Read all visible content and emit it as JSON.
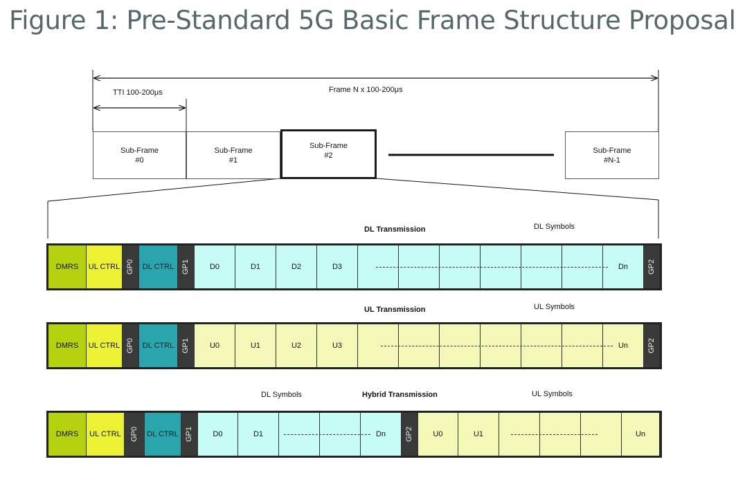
{
  "title": "Figure 1: Pre-Standard 5G Basic Frame Structure Proposal",
  "frame_label": "Frame N x 100-200μs",
  "tti_label": "TTI 100-200μs",
  "subframes": [
    {
      "line1": "Sub-Frame",
      "line2": "#0"
    },
    {
      "line1": "Sub-Frame",
      "line2": "#1"
    },
    {
      "line1": "Sub-Frame",
      "line2": "#2"
    },
    {
      "line1": "Sub-Frame",
      "line2": "#N-1"
    }
  ],
  "dl_row": {
    "heading": "DL Transmission",
    "symbols_label": "DL Symbols",
    "cells": [
      "DMRS",
      "UL CTRL",
      "GP0",
      "DL CTRL",
      "GP1",
      "D0",
      "D1",
      "D2",
      "D3",
      "",
      "",
      "",
      "",
      "",
      "",
      "Dn",
      "GP2"
    ]
  },
  "ul_row": {
    "heading": "UL Transmission",
    "symbols_label": "UL Symbols",
    "cells": [
      "DMRS",
      "UL CTRL",
      "GP0",
      "DL CTRL",
      "GP1",
      "U0",
      "U1",
      "U2",
      "U3",
      "",
      "",
      "",
      "",
      "",
      "",
      "Un",
      "GP2"
    ]
  },
  "hybrid_row": {
    "heading": "Hybrid Transmission",
    "dl_symbols_label": "DL Symbols",
    "ul_symbols_label": "UL Symbols",
    "cells": [
      "DMRS",
      "UL CTRL",
      "GP0",
      "DL CTRL",
      "GP1",
      "D0",
      "D1",
      "",
      "",
      "Dn",
      "GP2",
      "U0",
      "U1",
      "",
      "",
      "",
      "Un"
    ]
  },
  "colors": {
    "dmrs": "#b5d10f",
    "ul_ctrl": "#ecf134",
    "dl_ctrl": "#2aa4ad",
    "gp": "#3a3a3a",
    "dl_symbol": "#c6fbf6",
    "ul_symbol": "#f3f8b8"
  }
}
